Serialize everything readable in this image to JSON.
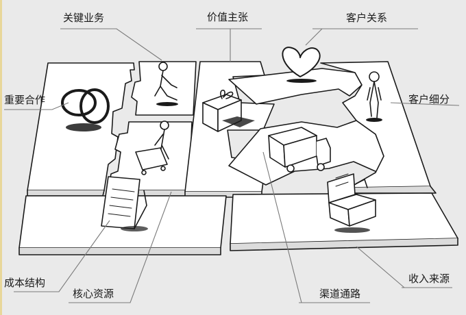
{
  "labels": {
    "key_partners": "重要合作",
    "key_activities": "关键业务",
    "value_propositions": "价值主张",
    "customer_relationships": "客户关系",
    "customer_segments": "客户细分",
    "cost_structure": "成本结构",
    "key_resources": "核心资源",
    "channels": "渠道通路",
    "revenue_streams": "收入来源"
  },
  "icons": {
    "key_partners": "linked-rings-icon",
    "key_activities": "person-working-icon",
    "key_resources": "person-with-cart-icon",
    "value_propositions": "gift-box-icon",
    "customer_relationships": "heart-icon",
    "customer_segments": "standing-person-icon",
    "channels": "truck-icon",
    "cost_structure": "receipt-icon",
    "revenue_streams": "cash-register-icon"
  },
  "colors": {
    "background": "#eaeaea",
    "board": "#ffffff",
    "ink": "#1a1a1a"
  }
}
